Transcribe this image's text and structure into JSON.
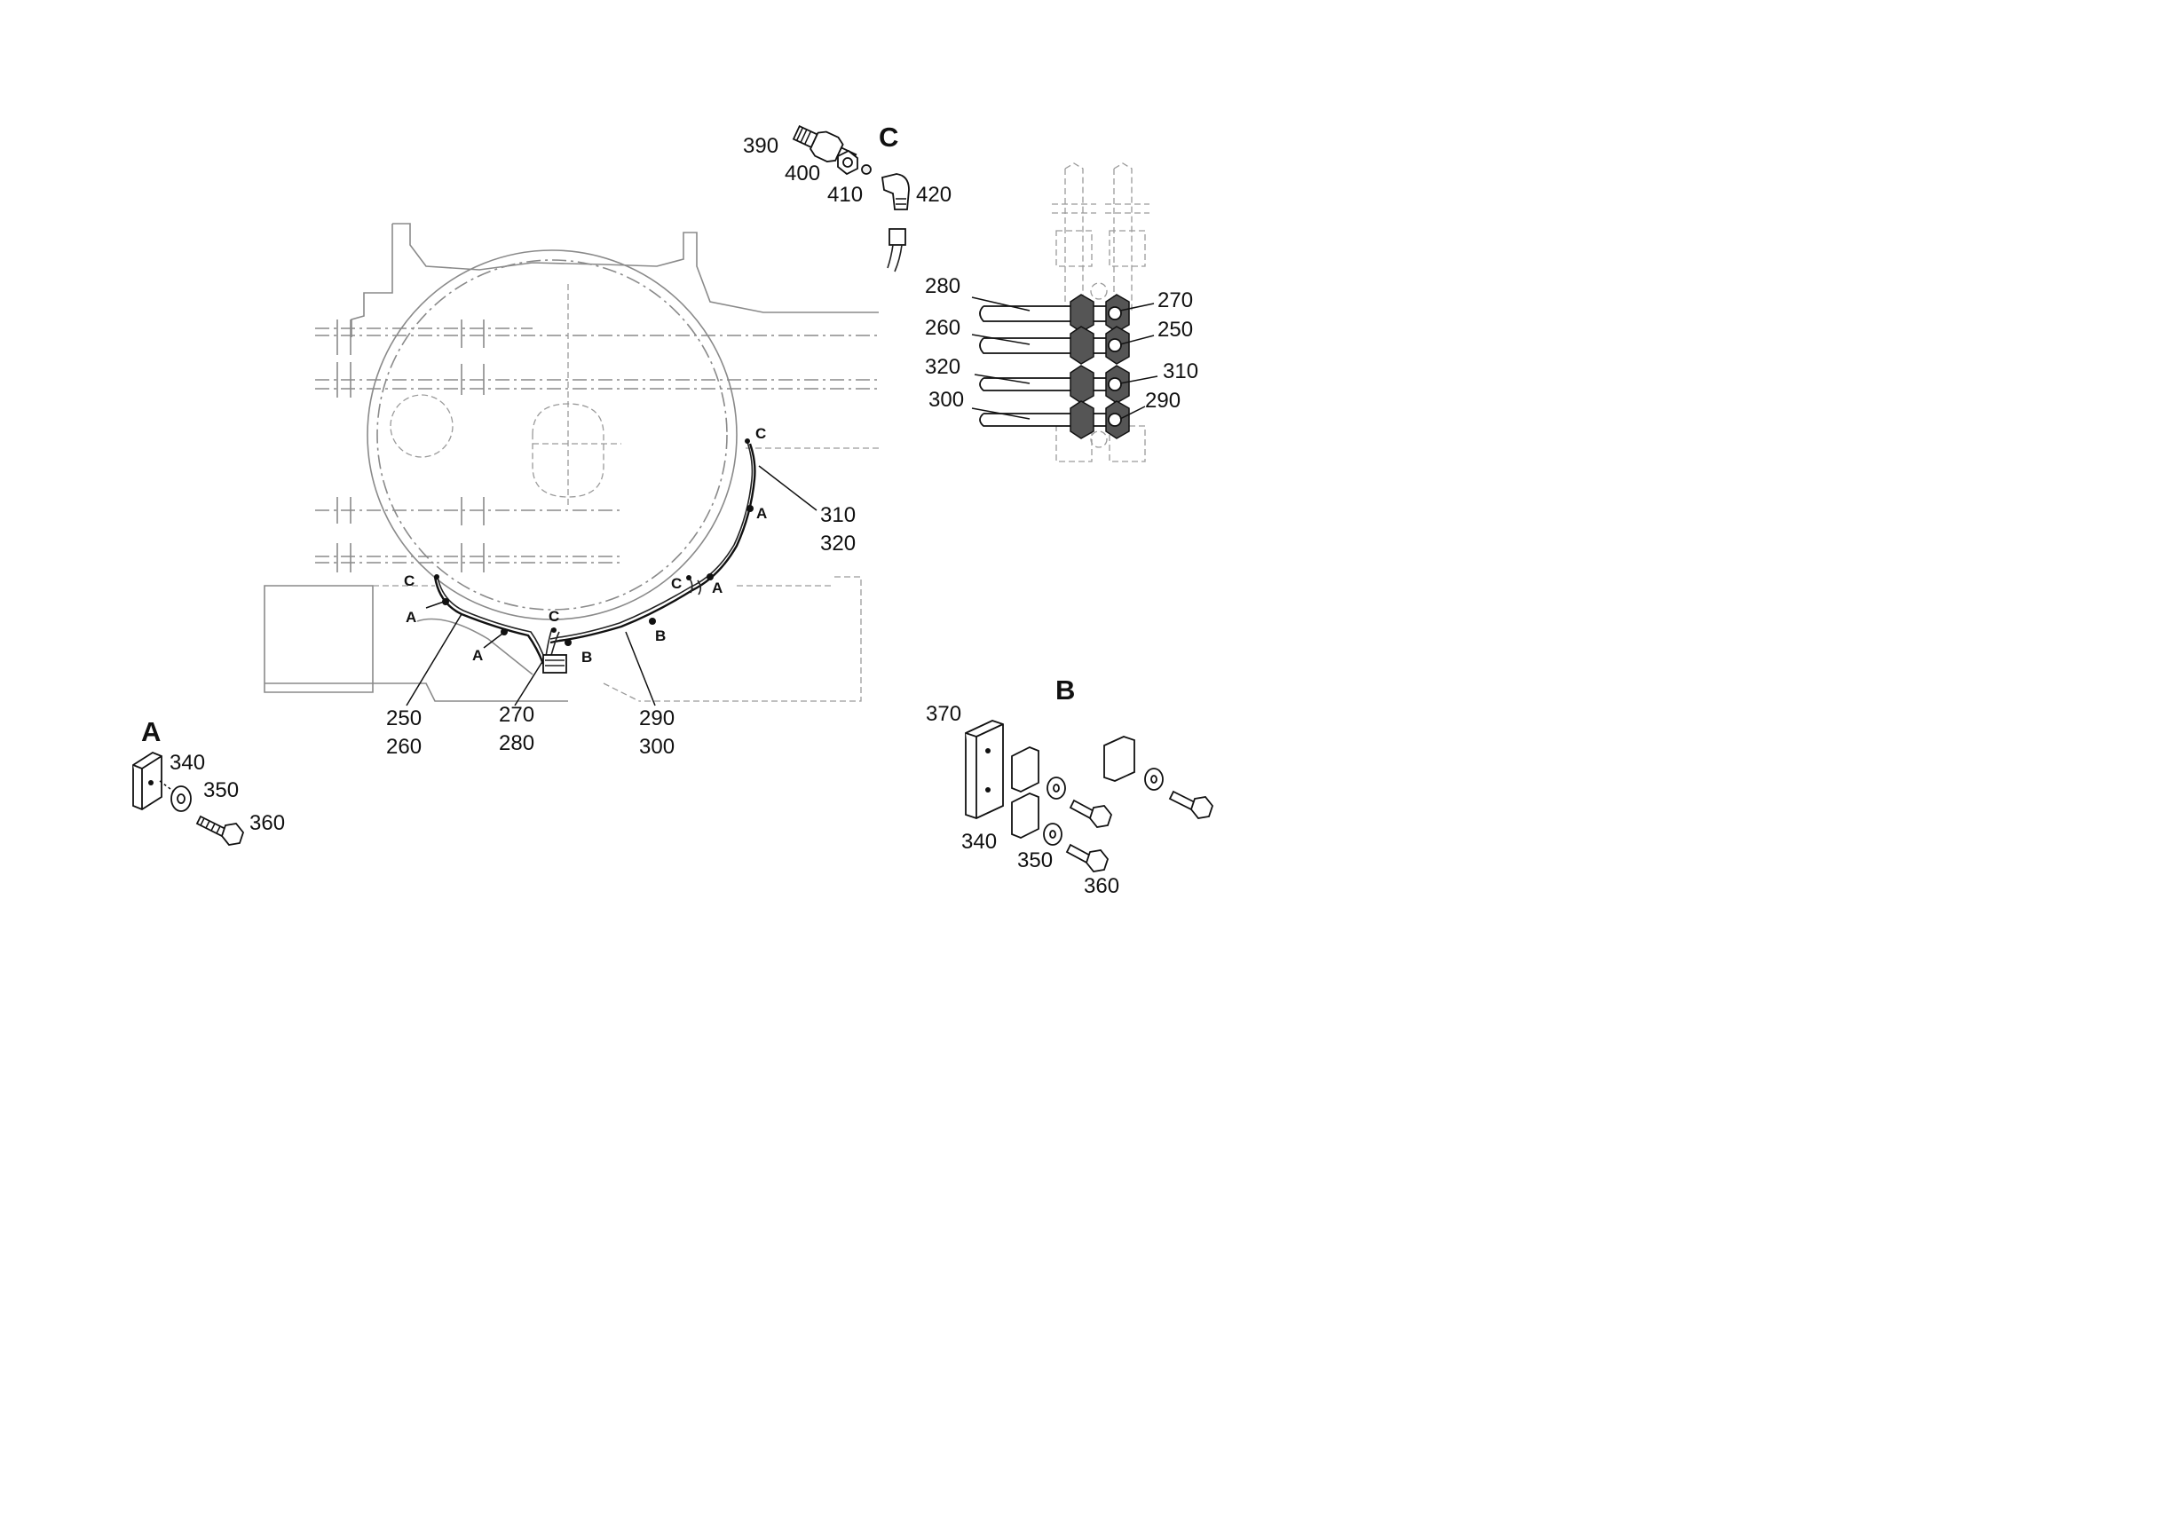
{
  "callouts": {
    "c390": "390",
    "c400": "400",
    "c410": "410",
    "c420": "420",
    "c280r": "280",
    "c270r": "270",
    "c260r": "260",
    "c250r": "250",
    "c320r": "320",
    "c310r": "310",
    "c300r": "300",
    "c290r": "290",
    "c310m": "310",
    "c320m": "320",
    "c250m": "250",
    "c260m": "260",
    "c270m": "270",
    "c280m": "280",
    "c290m": "290",
    "c300m": "300",
    "c340a": "340",
    "c350a": "350",
    "c360a": "360",
    "c370b": "370",
    "c340b": "340",
    "c350b": "350",
    "c360b": "360"
  },
  "detail_letters": {
    "detail_a": "A",
    "detail_b": "B",
    "detail_c": "C"
  },
  "point_markers": {
    "c_top_right": "C",
    "a_right_1": "A",
    "c_right_low": "C",
    "a_right_2": "A",
    "b_right": "B",
    "c_left": "C",
    "a_left_1": "A",
    "a_left_2": "A",
    "c_center": "C",
    "b_center": "B"
  }
}
